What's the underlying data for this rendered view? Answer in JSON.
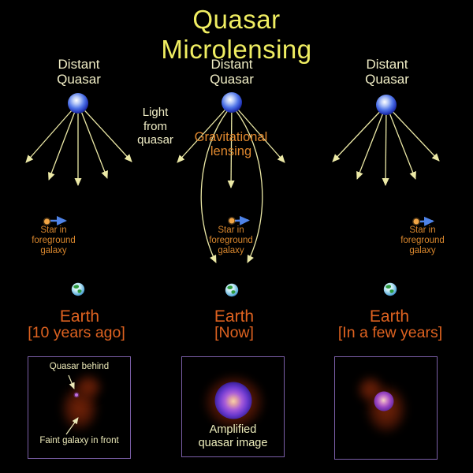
{
  "title": "Quasar Microlensing",
  "annotations": {
    "light_from_quasar": "Light\nfrom\nquasar",
    "gravitational_lensing": "Gravitational\nlensing"
  },
  "columns": [
    {
      "quasar_label": "Distant\nQuasar",
      "star_label": "Star in\nforeground\ngalaxy",
      "earth_label": "Earth",
      "time_label": "[10 years ago]",
      "panel": {
        "annotation_top": "Quasar behind",
        "annotation_bottom": "Faint galaxy in front"
      }
    },
    {
      "quasar_label": "Distant\nQuasar",
      "star_label": "Star in\nforeground\ngalaxy",
      "earth_label": "Earth",
      "time_label": "[Now]",
      "panel": {
        "caption": "Amplified\nquasar image"
      }
    },
    {
      "quasar_label": "Distant\nQuasar",
      "star_label": "Star in\nforeground\ngalaxy",
      "earth_label": "Earth",
      "time_label": "[In a few years]",
      "panel": {}
    }
  ],
  "icons": {
    "quasar": "blue-sphere",
    "earth": "globe-with-continents",
    "star": "orange-dot",
    "star_motion": "blue-right-arrow",
    "light_ray": "pale-yellow-arrow"
  },
  "colors": {
    "background": "#000000",
    "title": "#f0ee62",
    "cream_text": "#f1eec6",
    "lensing_text": "#e0882e",
    "star_text": "#d8862d",
    "earth_text": "#de6220",
    "ray": "#ece9a6",
    "star_arrow_blue": "#4e83e8",
    "star_dot": "#f2a646",
    "panel_border": "#7b5fa8",
    "galaxy_blob": "#5c1a06",
    "quasar_image_purple": "#9a4fd0"
  }
}
